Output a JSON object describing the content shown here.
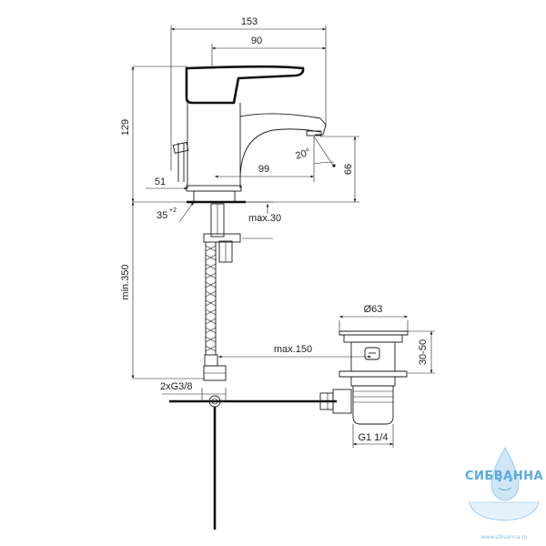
{
  "dimensions": {
    "width_total": "153",
    "width_spout": "90",
    "height_body": "129",
    "reach": "99",
    "spout_height": "66",
    "angle": "20°",
    "base_offset": "51",
    "hole": "35",
    "hole_tol": "+2",
    "deck_thickness": "max.30",
    "hose_length": "min.350",
    "connection": "2xG3/8",
    "drain_diameter": "Ø63",
    "drain_height": "30-50",
    "drain_reach": "max.150",
    "drain_thread": "G1 1/4"
  },
  "watermark": {
    "brand": "СИБВАННА",
    "url": "www.sibvanna.ru"
  },
  "colors": {
    "line": "#1a1a1a",
    "watermark": "#5aa9e0"
  }
}
